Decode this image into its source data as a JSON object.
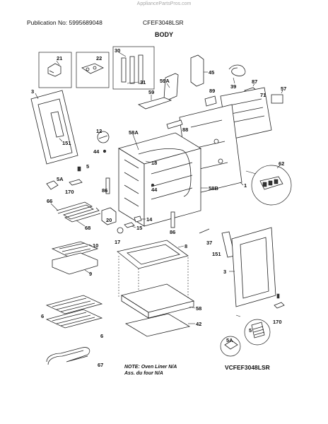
{
  "header": {
    "watermark": "AppliancePartsPros.com",
    "publication": "Publication No: 5995689048",
    "model": "CFEF3048LSR",
    "section_title": "BODY"
  },
  "footer": {
    "note_line1": "NOTE: Oven Liner N/A",
    "note_line2": "Ass. du four N/A",
    "ref_code": "VCFEF3048LSR"
  },
  "callouts": {
    "p21": "21",
    "p22": "22",
    "p30": "30",
    "p31": "31",
    "p45": "45",
    "p59a": "59A",
    "p39": "39",
    "p87": "87",
    "p57": "57",
    "p59": "59",
    "p89": "89",
    "p71": "71",
    "p3a": "3",
    "p151a": "151",
    "p12": "12",
    "p44a": "44",
    "p58a": "58A",
    "p88": "88",
    "p18": "18",
    "p5a": "5",
    "p5aa": "5A",
    "p170a": "170",
    "p44b": "44",
    "p86a": "86",
    "p58b": "58B",
    "p1": "1",
    "p62": "62",
    "p66": "66",
    "p20": "20",
    "p14": "14",
    "p15": "15",
    "p68": "68",
    "p17": "17",
    "p86b": "86",
    "p37": "37",
    "p151b": "151",
    "p10": "10",
    "p8": "8",
    "p9": "9",
    "p3b": "3",
    "p58": "58",
    "p6a": "6",
    "p6b": "6",
    "p42": "42",
    "p5ab": "5A",
    "p5b": "5",
    "p170b": "170",
    "p67": "67"
  }
}
